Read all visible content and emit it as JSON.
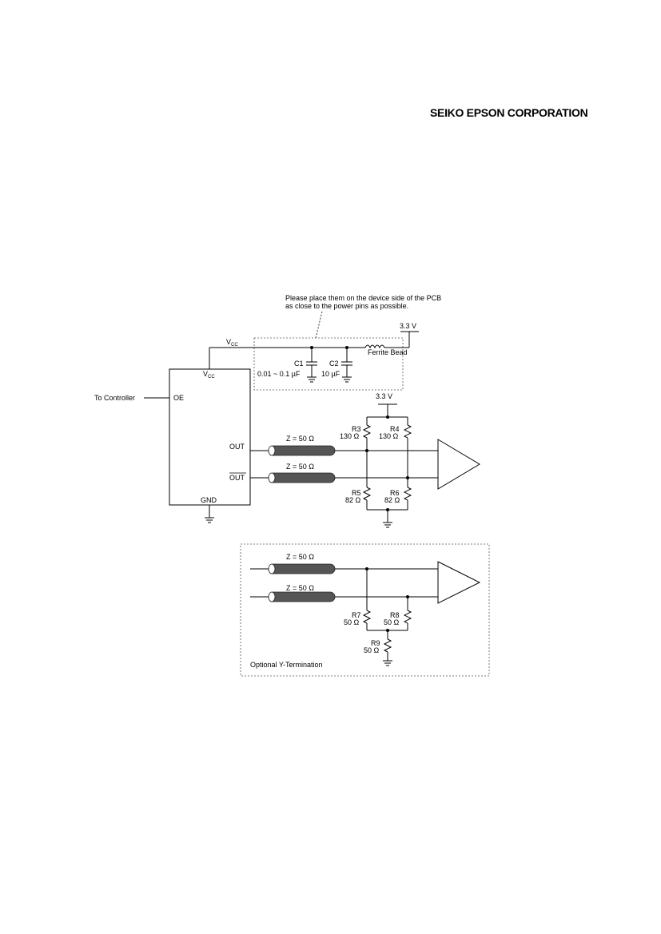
{
  "header": {
    "company_logo": "SEIKO EPSON CORPORATION"
  },
  "diagram": {
    "note_line1": "Please place them on the device side of the PCB",
    "note_line2": "as close to the power pins as possible.",
    "supply_top": "3.3 V",
    "supply_mid": "3.3 V",
    "vcc_net": "V",
    "vcc_sub": "CC",
    "c1_name": "C1",
    "c1_value": "0.01 ~ 0.1 µF",
    "c2_name": "C2",
    "c2_value": "10 µF",
    "ferrite": "Ferrite Bead",
    "to_controller": "To Controller",
    "chip": {
      "vcc_pin": "V",
      "vcc_pin_sub": "CC",
      "oe_pin": "OE",
      "out_pin": "OUT",
      "outb_pin": "OUT",
      "gnd_pin": "GND"
    },
    "z1": "Z = 50 Ω",
    "z2": "Z = 50 Ω",
    "r3_name": "R3",
    "r3_value": "130 Ω",
    "r4_name": "R4",
    "r4_value": "130 Ω",
    "r5_name": "R5",
    "r5_value": "82 Ω",
    "r6_name": "R6",
    "r6_value": "82 Ω",
    "opt": {
      "z1": "Z = 50 Ω",
      "z2": "Z = 50 Ω",
      "r7_name": "R7",
      "r7_value": "50 Ω",
      "r8_name": "R8",
      "r8_value": "50 Ω",
      "r9_name": "R9",
      "r9_value": "50 Ω",
      "caption": "Optional Y-Termination"
    }
  }
}
